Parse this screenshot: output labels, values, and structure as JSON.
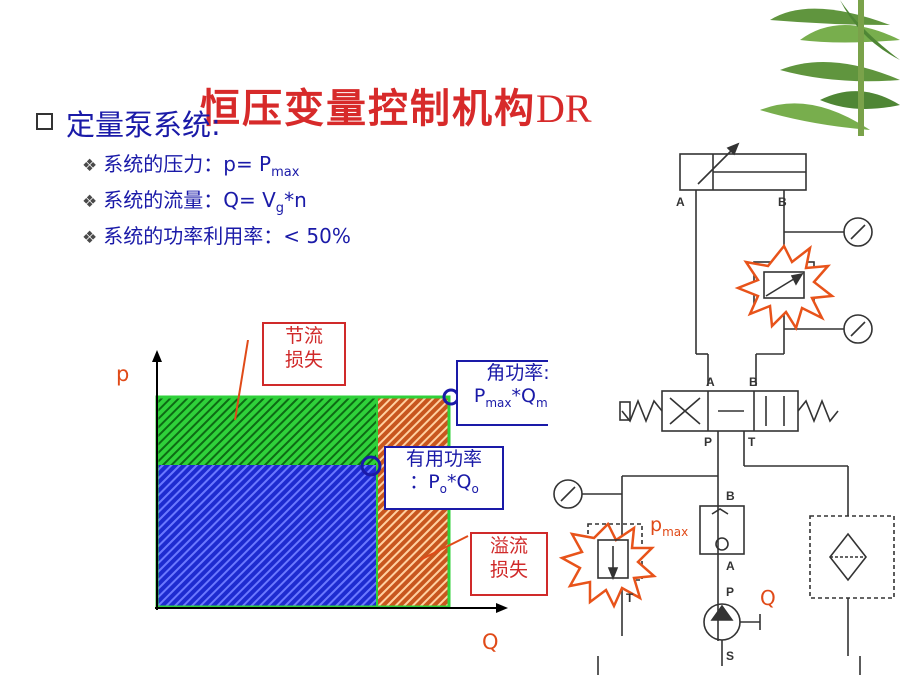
{
  "title": {
    "main": "恒压变量控制机构",
    "suffix": "DR"
  },
  "heading": "定量泵系统:",
  "bullets": [
    {
      "label": "系统的压力：p= P",
      "sub": "max",
      "tail": ""
    },
    {
      "label": "系统的流量：Q= V",
      "sub": "g",
      "tail": "*n"
    },
    {
      "label": "系统的功率利用率：< 50%",
      "sub": "",
      "tail": ""
    }
  ],
  "chart": {
    "ylabel": "p",
    "xlabel": "Q",
    "throttle_loss": {
      "line1": "节流",
      "line2": "损失"
    },
    "overflow_loss": {
      "line1": "溢流",
      "line2": "损失"
    },
    "corner_power": {
      "line1": "角功率:",
      "p": "P",
      "p_sub": "max",
      "mid": "*Q",
      "q_sub": "max"
    },
    "useful_power": {
      "line1": "有用功率",
      "prefix": "：P",
      "p_sub": "o",
      "mid": "*Q",
      "q_sub": "o"
    }
  },
  "schematic": {
    "port_a": "A",
    "port_b": "B",
    "port_p": "P",
    "port_t": "T",
    "port_s": "S",
    "pmax": "p",
    "pmax_sub": "max",
    "q": "Q"
  },
  "colors": {
    "green": "#2fd13a",
    "blue": "#1d2bd0",
    "orange": "#c8561e",
    "title_red": "#d72a2a",
    "text_blue": "#1a1aa8"
  }
}
